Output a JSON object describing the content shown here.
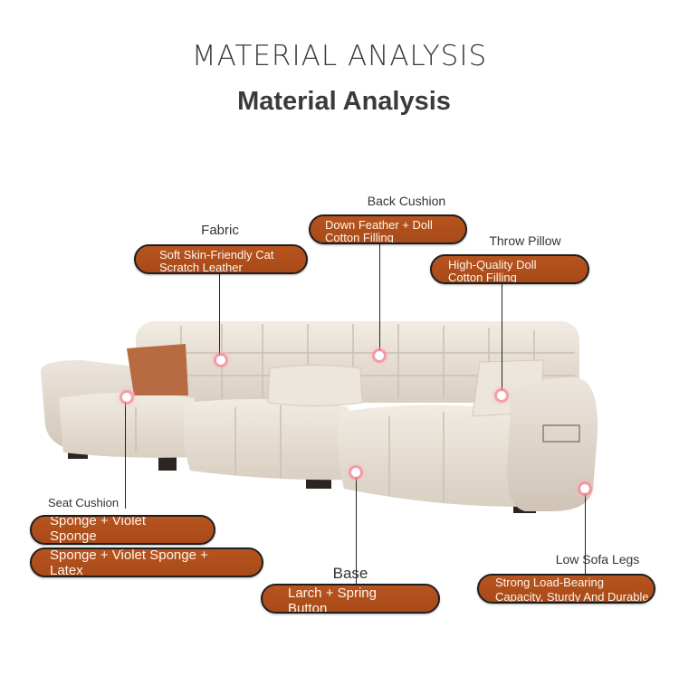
{
  "header": {
    "title": "MATERIAL ANALYSIS",
    "subtitle": "Material Analysis"
  },
  "callouts": {
    "fabric": {
      "label": "Fabric",
      "line1": "Soft Skin-Friendly Cat",
      "line2": "Scratch Leather"
    },
    "back_cushion": {
      "label": "Back Cushion",
      "line1": "Down Feather + Doll",
      "line2": "Cotton Filling"
    },
    "throw_pillow": {
      "label": "Throw Pillow",
      "line1": "High-Quality Doll",
      "line2": "Cotton Filling"
    },
    "seat_cushion": {
      "label": "Seat Cushion",
      "option1_line1": "Sponge + Violet",
      "option1_line2": "Sponge",
      "option2_line1": "Sponge + Violet Sponge +",
      "option2_line2": "Latex"
    },
    "base": {
      "label": "Base",
      "line1": "Larch + Spring",
      "line2": "Button"
    },
    "legs": {
      "label": "Low Sofa Legs",
      "line1": "Strong Load-Bearing",
      "line2": "Capacity, Sturdy And Durable"
    }
  },
  "colors": {
    "pill": "#b0501b",
    "sofa": "#e9e1d6",
    "pillow_accent": "#b86a40"
  }
}
